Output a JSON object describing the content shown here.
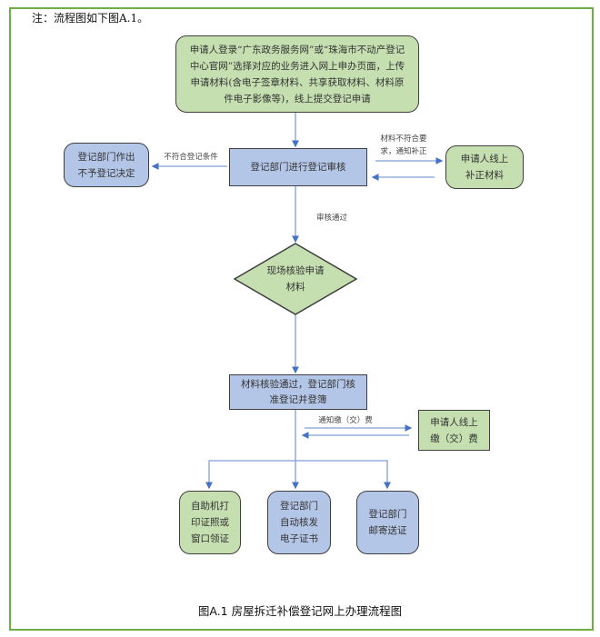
{
  "note": "注：流程图如下图A.1。",
  "nodes": {
    "submit": "申请人登录“广东政务服务网”或“珠海市不动产登记中心官网”选择对应的业务进入网上申办页面，上传申请材料(含电子签章材料、共享获取材料、材料原件电子影像等)，线上提交登记申请",
    "review": "登记部门进行登记审核",
    "reject": "登记部门作出不予登记决定",
    "supplement": "申请人线上补正材料",
    "verify": "现场核验申请材料",
    "approve": "材料核验通过，登记部门核准登记并登簿",
    "pay": "申请人线上缴（交）费",
    "out_self": "自助机打印证照或窗口领证",
    "out_electronic": "登记部门自动核发电子证书",
    "out_mail": "登记部门邮寄送证"
  },
  "edge_labels": {
    "not_eligible": "不符合登记条件",
    "not_meet": "材料不符合要求，通知补正",
    "passed": "审核通过",
    "notify_fee": "通知缴（交）费"
  },
  "caption": "图A.1 房屋拆迁补偿登记网上办理流程图",
  "colors": {
    "frame": "#70ad47",
    "green_node": "#c5dfb0",
    "blue_node": "#b4c6e7",
    "connector": "#4472c4"
  }
}
